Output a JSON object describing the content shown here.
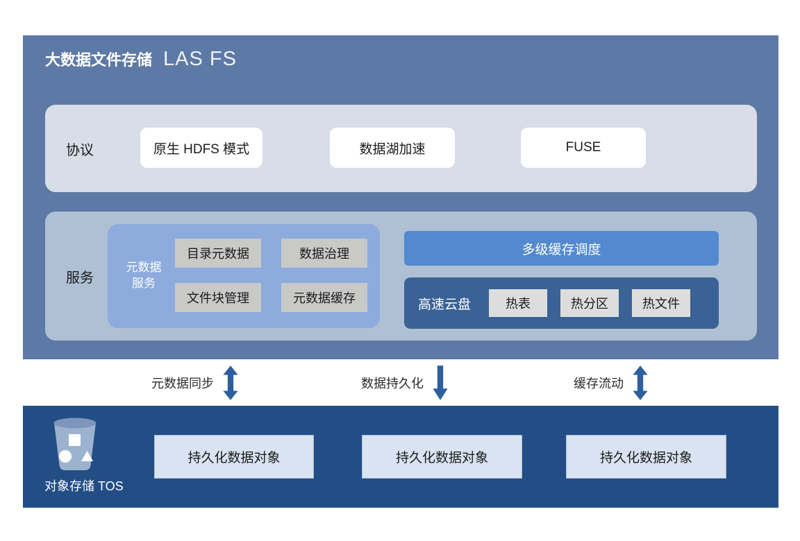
{
  "diagram": {
    "header": {
      "title_cn": "大数据文件存储",
      "title_en": "LAS FS"
    },
    "protocol": {
      "label": "协议",
      "items": [
        "原生 HDFS 模式",
        "数据湖加速",
        "FUSE"
      ]
    },
    "services": {
      "label": "服务",
      "metadata_service": {
        "label_line1": "元数据",
        "label_line2": "服务",
        "items": [
          "目录元数据",
          "数据治理",
          "文件块管理",
          "元数据缓存"
        ]
      },
      "cache_scheduler": "多级缓存调度",
      "fast_disk": {
        "label": "高速云盘",
        "items": [
          "热表",
          "热分区",
          "热文件"
        ]
      }
    },
    "flows": [
      {
        "label": "元数据同步",
        "direction": "both"
      },
      {
        "label": "数据持久化",
        "direction": "down"
      },
      {
        "label": "缓存流动",
        "direction": "both"
      }
    ],
    "tos": {
      "label": "对象存储 TOS",
      "objects": [
        "持久化数据对象",
        "持久化数据对象",
        "持久化数据对象"
      ]
    }
  },
  "colors": {
    "top_bg": "#5d79a5",
    "protocol_panel_bg": "#d8dde7",
    "chip_white_bg": "#ffffff",
    "services_panel_bg": "#afc0d5",
    "meta_box_bg": "#8dabdc",
    "gray_chip_bg": "#c9c9c8",
    "cache_bar_bg": "#5389ce",
    "disk_box_bg": "#3a6295",
    "hot_chip_bg": "#dcdddc",
    "arrow": "#2d5f9e",
    "bottom_bg": "#224e85",
    "bottom_chip_bg": "#d9e3f1"
  }
}
